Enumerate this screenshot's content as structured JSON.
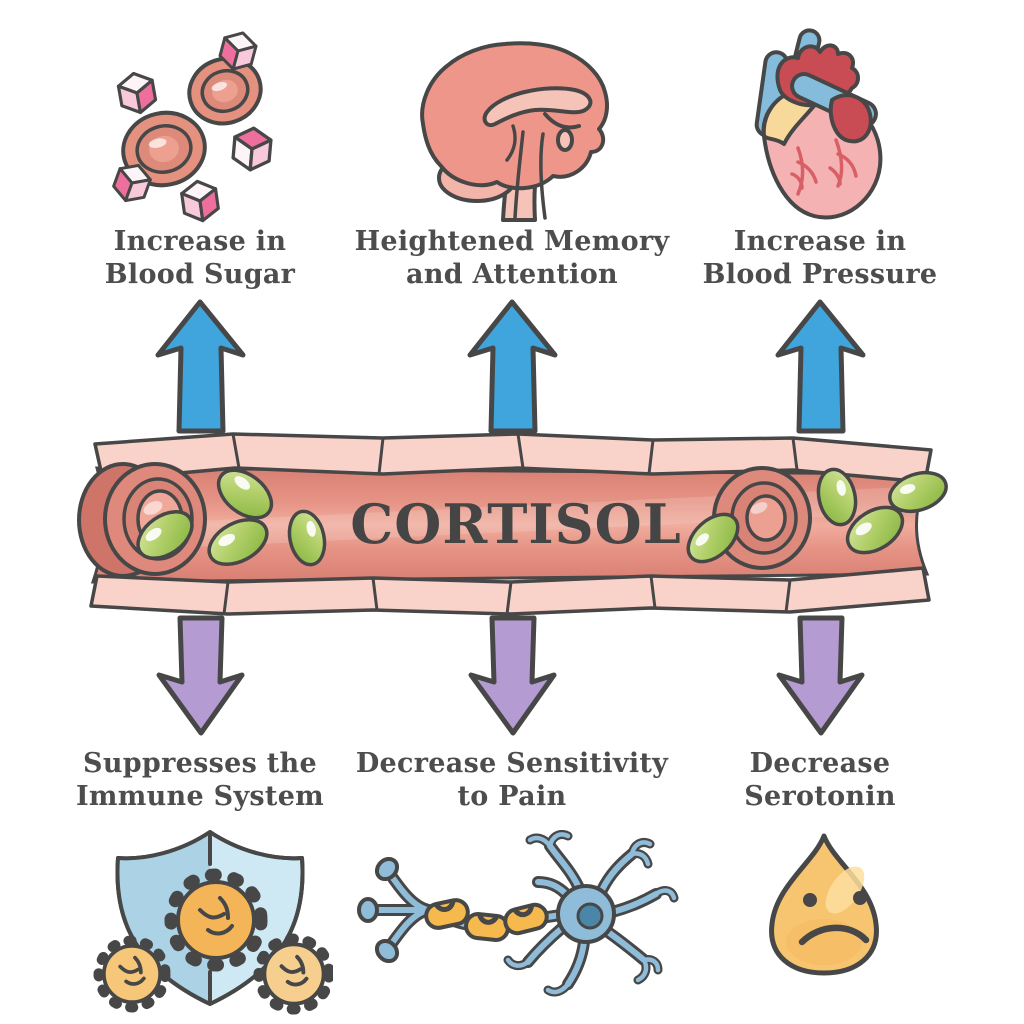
{
  "diagram_title": "CORTISOL",
  "vessel": {
    "label": "CORTISOL",
    "contents": [
      "red-blood-cells",
      "cortisol-molecules"
    ]
  },
  "top_effects": [
    {
      "id": "blood-sugar",
      "label": "Increase in\nBlood Sugar",
      "icon": "red-blood-cells-sugar-cubes-icon",
      "direction": "increase"
    },
    {
      "id": "memory-attention",
      "label": "Heightened Memory\nand Attention",
      "icon": "brain-icon",
      "direction": "increase"
    },
    {
      "id": "blood-pressure",
      "label": "Increase in\nBlood Pressure",
      "icon": "heart-icon",
      "direction": "increase"
    }
  ],
  "bottom_effects": [
    {
      "id": "immune-system",
      "label": "Suppresses the\nImmune System",
      "icon": "shield-pathogens-icon",
      "direction": "decrease"
    },
    {
      "id": "pain-sensitivity",
      "label": "Decrease Sensitivity\nto Pain",
      "icon": "neuron-icon",
      "direction": "decrease"
    },
    {
      "id": "serotonin",
      "label": "Decrease\nSerotonin",
      "icon": "sad-droplet-icon",
      "direction": "decrease"
    }
  ],
  "colors": {
    "outline": "#474747",
    "text": "#4d4d4d",
    "up_arrow": "#3fa5dc",
    "down_arrow": "#b49bd1",
    "vessel_wall": "#f9d2c9",
    "vessel_interior": "#e2897c",
    "cortisol_molecule_green": "#a3c558",
    "red_blood_cell": "#e08b7e",
    "brain_pink": "#ef968a",
    "heart_pink": "#f5b2b2",
    "heart_red": "#c94b53",
    "vein_blue": "#85bcdb",
    "shield_blue": "#bfe0ef",
    "pathogen_orange": "#f4b458",
    "neuron_blue": "#8fbcd8",
    "myelin_yellow": "#f5b94e",
    "droplet_yellow": "#f8c76f"
  }
}
